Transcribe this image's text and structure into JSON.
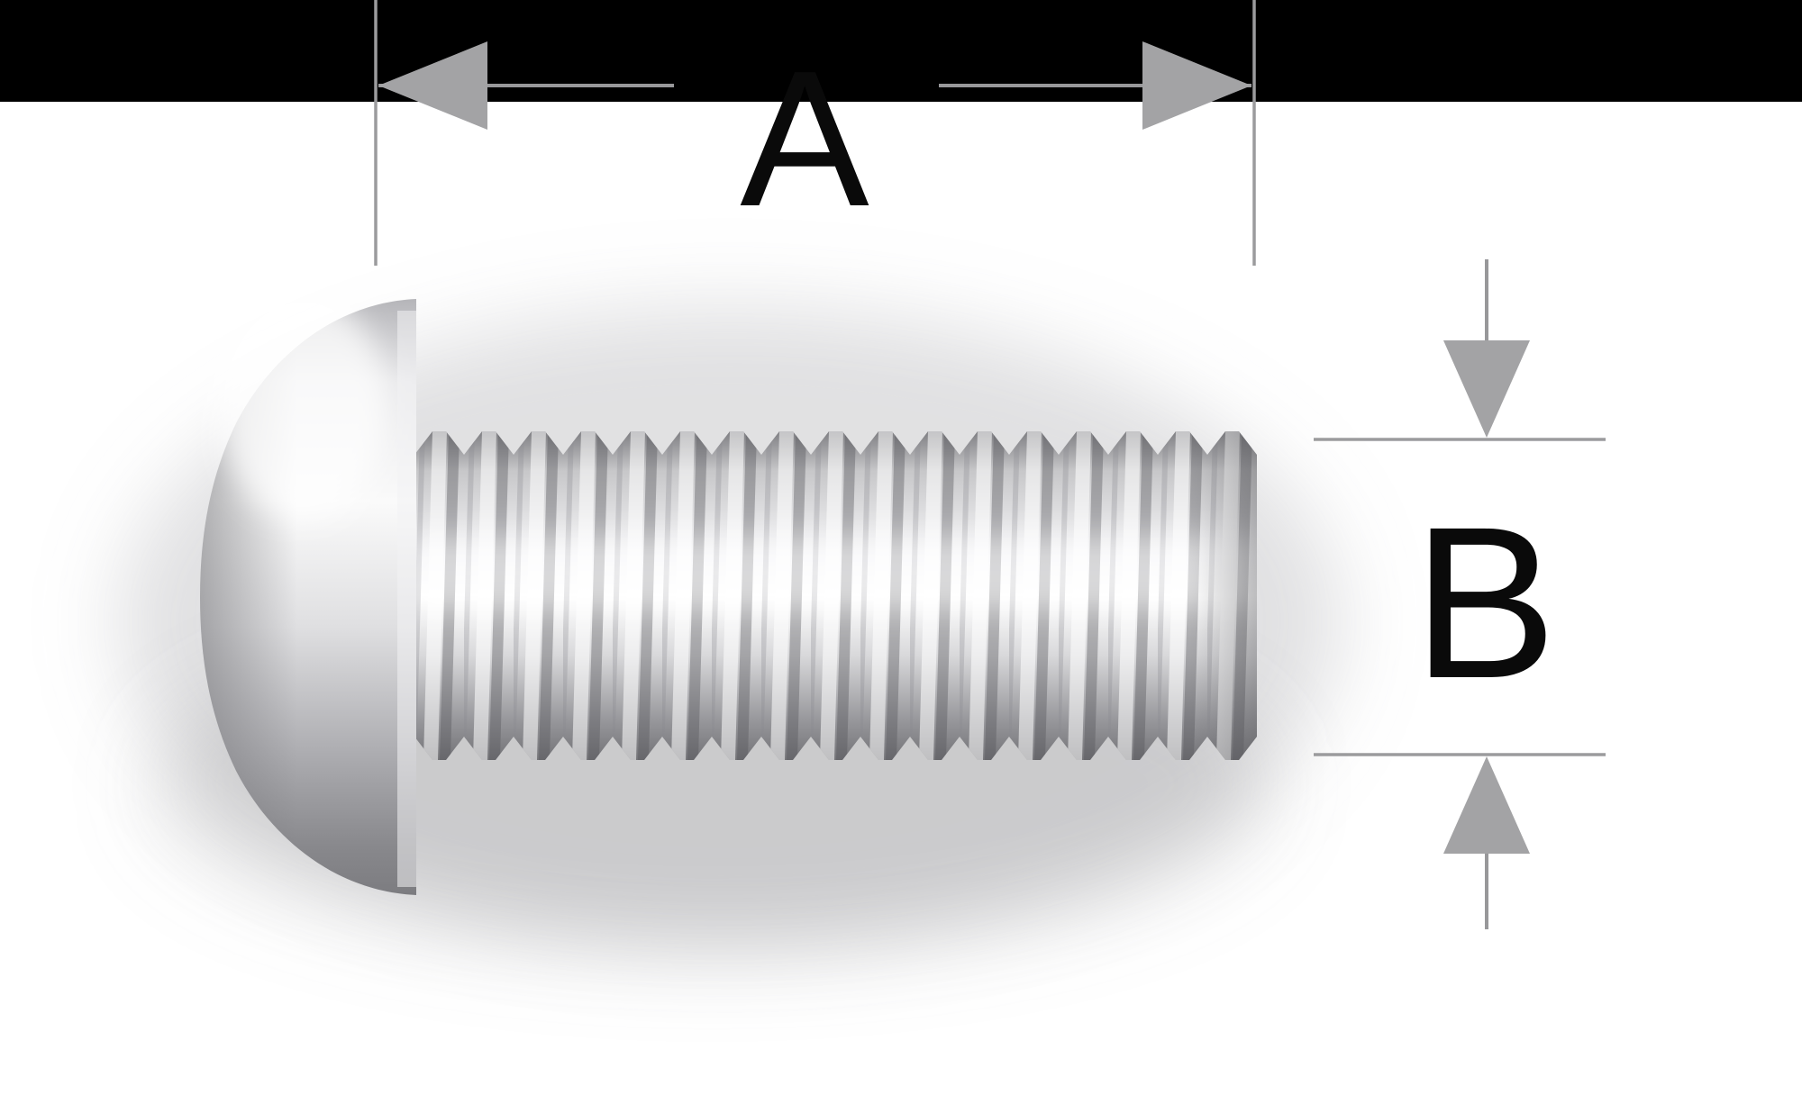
{
  "diagram": {
    "illustration": "button-head-screw-side-view",
    "labels": {
      "dim_length": "A",
      "dim_diameter": "B"
    },
    "colors": {
      "background": "#ffffff",
      "header_bar": "#000000",
      "dimension_line": "#98989a",
      "extension_line": "#9b9b9d",
      "arrowhead": "#a3a3a5",
      "label_text": "#0a0a0a",
      "screw_highlight": "#ffffff",
      "screw_base": "#c9c9cb",
      "screw_shadow": "#77777b"
    }
  }
}
